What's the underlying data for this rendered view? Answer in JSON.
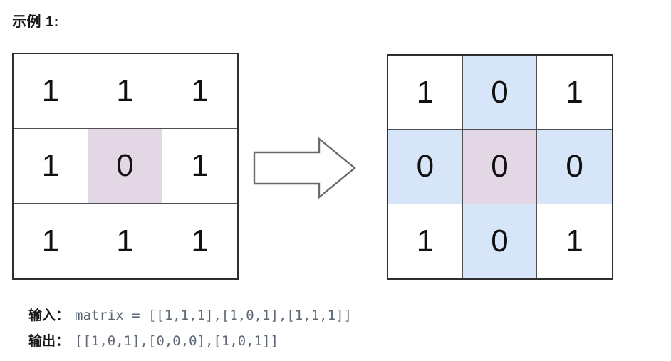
{
  "title": "示例 1:",
  "colors": {
    "purple_highlight": "#e3d7e6",
    "blue_highlight": "#d7e5f8",
    "grid_outer_border": "#2e2e2e",
    "grid_inner_line": "#4f4f55",
    "code_text": "#5d6874",
    "label_text": "#17181a",
    "page_background": "#ffffff"
  },
  "matrices": {
    "input": {
      "name": "input-matrix",
      "rows": 3,
      "cols": 3,
      "cells": [
        [
          {
            "value": "1",
            "fill": "none"
          },
          {
            "value": "1",
            "fill": "none"
          },
          {
            "value": "1",
            "fill": "none"
          }
        ],
        [
          {
            "value": "1",
            "fill": "none"
          },
          {
            "value": "0",
            "fill": "purple"
          },
          {
            "value": "1",
            "fill": "none"
          }
        ],
        [
          {
            "value": "1",
            "fill": "none"
          },
          {
            "value": "1",
            "fill": "none"
          },
          {
            "value": "1",
            "fill": "none"
          }
        ]
      ]
    },
    "output": {
      "name": "output-matrix",
      "rows": 3,
      "cols": 3,
      "cells": [
        [
          {
            "value": "1",
            "fill": "none"
          },
          {
            "value": "0",
            "fill": "blue"
          },
          {
            "value": "1",
            "fill": "none"
          }
        ],
        [
          {
            "value": "0",
            "fill": "blue"
          },
          {
            "value": "0",
            "fill": "purple"
          },
          {
            "value": "0",
            "fill": "blue"
          }
        ],
        [
          {
            "value": "1",
            "fill": "none"
          },
          {
            "value": "0",
            "fill": "blue"
          },
          {
            "value": "1",
            "fill": "none"
          }
        ]
      ]
    }
  },
  "arrow": {
    "direction": "right",
    "style": "outlined-block-arrow",
    "stroke": "#6b6b6b"
  },
  "io": {
    "input_label": "输入：",
    "input_code": "matrix = [[1,1,1],[1,0,1],[1,1,1]]",
    "output_label": "输出：",
    "output_code": "[[1,0,1],[0,0,0],[1,0,1]]"
  }
}
